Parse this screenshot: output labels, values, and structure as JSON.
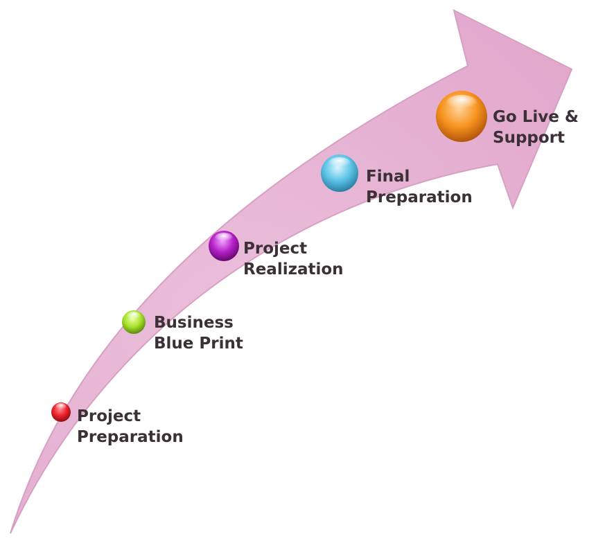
{
  "diagram": {
    "arrow_fill": "#e6b3d4",
    "arrow_stroke": "#d7a0c2",
    "label_color": "#3a3036",
    "steps": [
      {
        "line1": "Project",
        "line2": "Preparation",
        "color": "#e8202a"
      },
      {
        "line1": "Business",
        "line2": "Blue Print",
        "color": "#a6e22b"
      },
      {
        "line1": "Project",
        "line2": "Realization",
        "color": "#b51fc6"
      },
      {
        "line1": "Final",
        "line2": "Preparation",
        "color": "#5cc3e6"
      },
      {
        "line1": "Go Live &",
        "line2": "Support",
        "color": "#f7931e"
      }
    ]
  }
}
